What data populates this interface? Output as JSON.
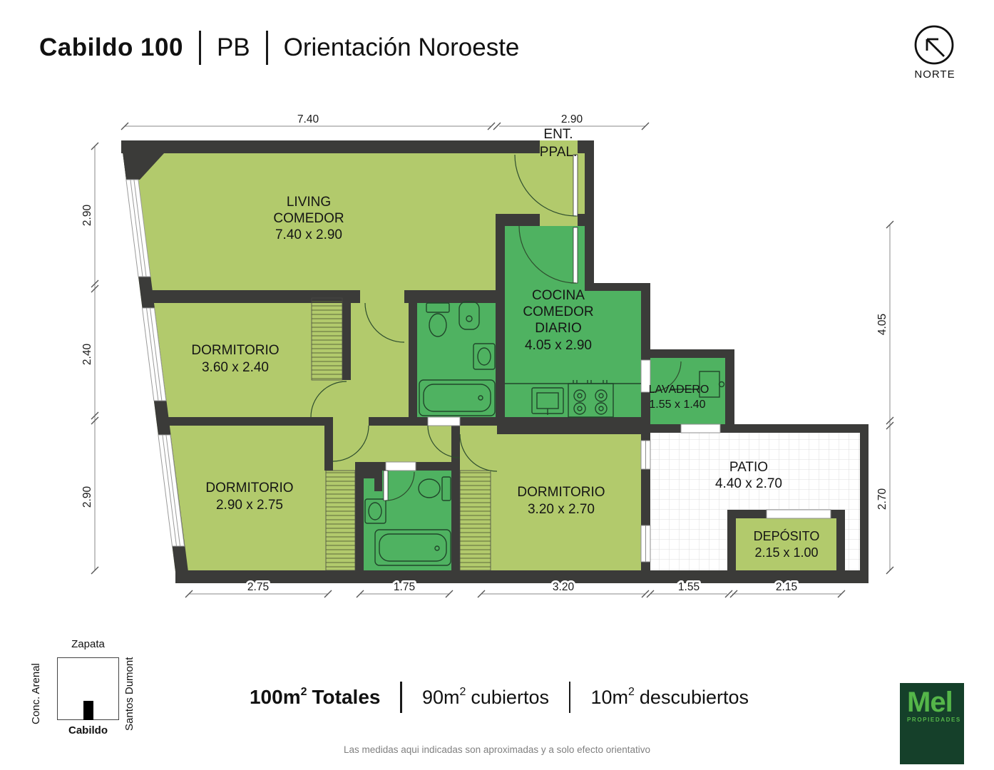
{
  "header": {
    "building": "Cabildo 100",
    "floor": "PB",
    "orientation": "Orientación Noroeste"
  },
  "north": {
    "label": "NORTE"
  },
  "rooms": {
    "living": {
      "l1": "LIVING",
      "l2": "COMEDOR",
      "size": "7.40 x 2.90"
    },
    "entrance": {
      "l1": "ENT.",
      "l2": "PPAL."
    },
    "cocina": {
      "l1": "COCINA",
      "l2": "COMEDOR",
      "l3": "DIARIO",
      "size": "4.05 x 2.90"
    },
    "dorm1": {
      "l1": "DORMITORIO",
      "size": "3.60 x 2.40"
    },
    "dorm2": {
      "l1": "DORMITORIO",
      "size": "2.90 x 2.75"
    },
    "dorm3": {
      "l1": "DORMITORIO",
      "size": "3.20 x 2.70"
    },
    "lavadero": {
      "l1": "LAVADERO",
      "size": "1.55 x 1.40"
    },
    "patio": {
      "l1": "PATIO",
      "size": "4.40 x 2.70"
    },
    "deposito": {
      "l1": "DEPÓSITO",
      "size": "2.15 x 1.00"
    }
  },
  "dimensions": {
    "top": [
      "7.40",
      "2.90"
    ],
    "left": [
      "2.90",
      "2.40",
      "2.90"
    ],
    "right": [
      "4.05",
      "2.70"
    ],
    "bottom": [
      "2.75",
      "1.75",
      "3.20",
      "1.55",
      "2.15"
    ]
  },
  "areas": [
    {
      "value": "100m",
      "sup": "2",
      "label": "Totales"
    },
    {
      "value": "90m",
      "sup": "2",
      "label": "cubiertos"
    },
    {
      "value": "10m",
      "sup": "2",
      "label": "descubiertos"
    }
  ],
  "map": {
    "top": "Zapata",
    "left": "Conc. Arenal",
    "right": "Santos Dumont",
    "bottom": "Cabildo"
  },
  "logo": {
    "name": "Mel",
    "subtitle": "PROPIEDADES"
  },
  "disclaimer": "Las medidas aqui indicadas son aproximadas y a solo efecto orientativo",
  "colors": {
    "room_light": "#b2ca6c",
    "room_dark": "#4fb261",
    "wall": "#3b3b39",
    "logo_bg": "#15402a",
    "logo_green": "#55b649",
    "fixture_stroke": "#20462a",
    "grid_gray": "#dcdcdc",
    "closet_stripe": "#5d6b3c",
    "dim_gray": "#8a8a8a"
  }
}
